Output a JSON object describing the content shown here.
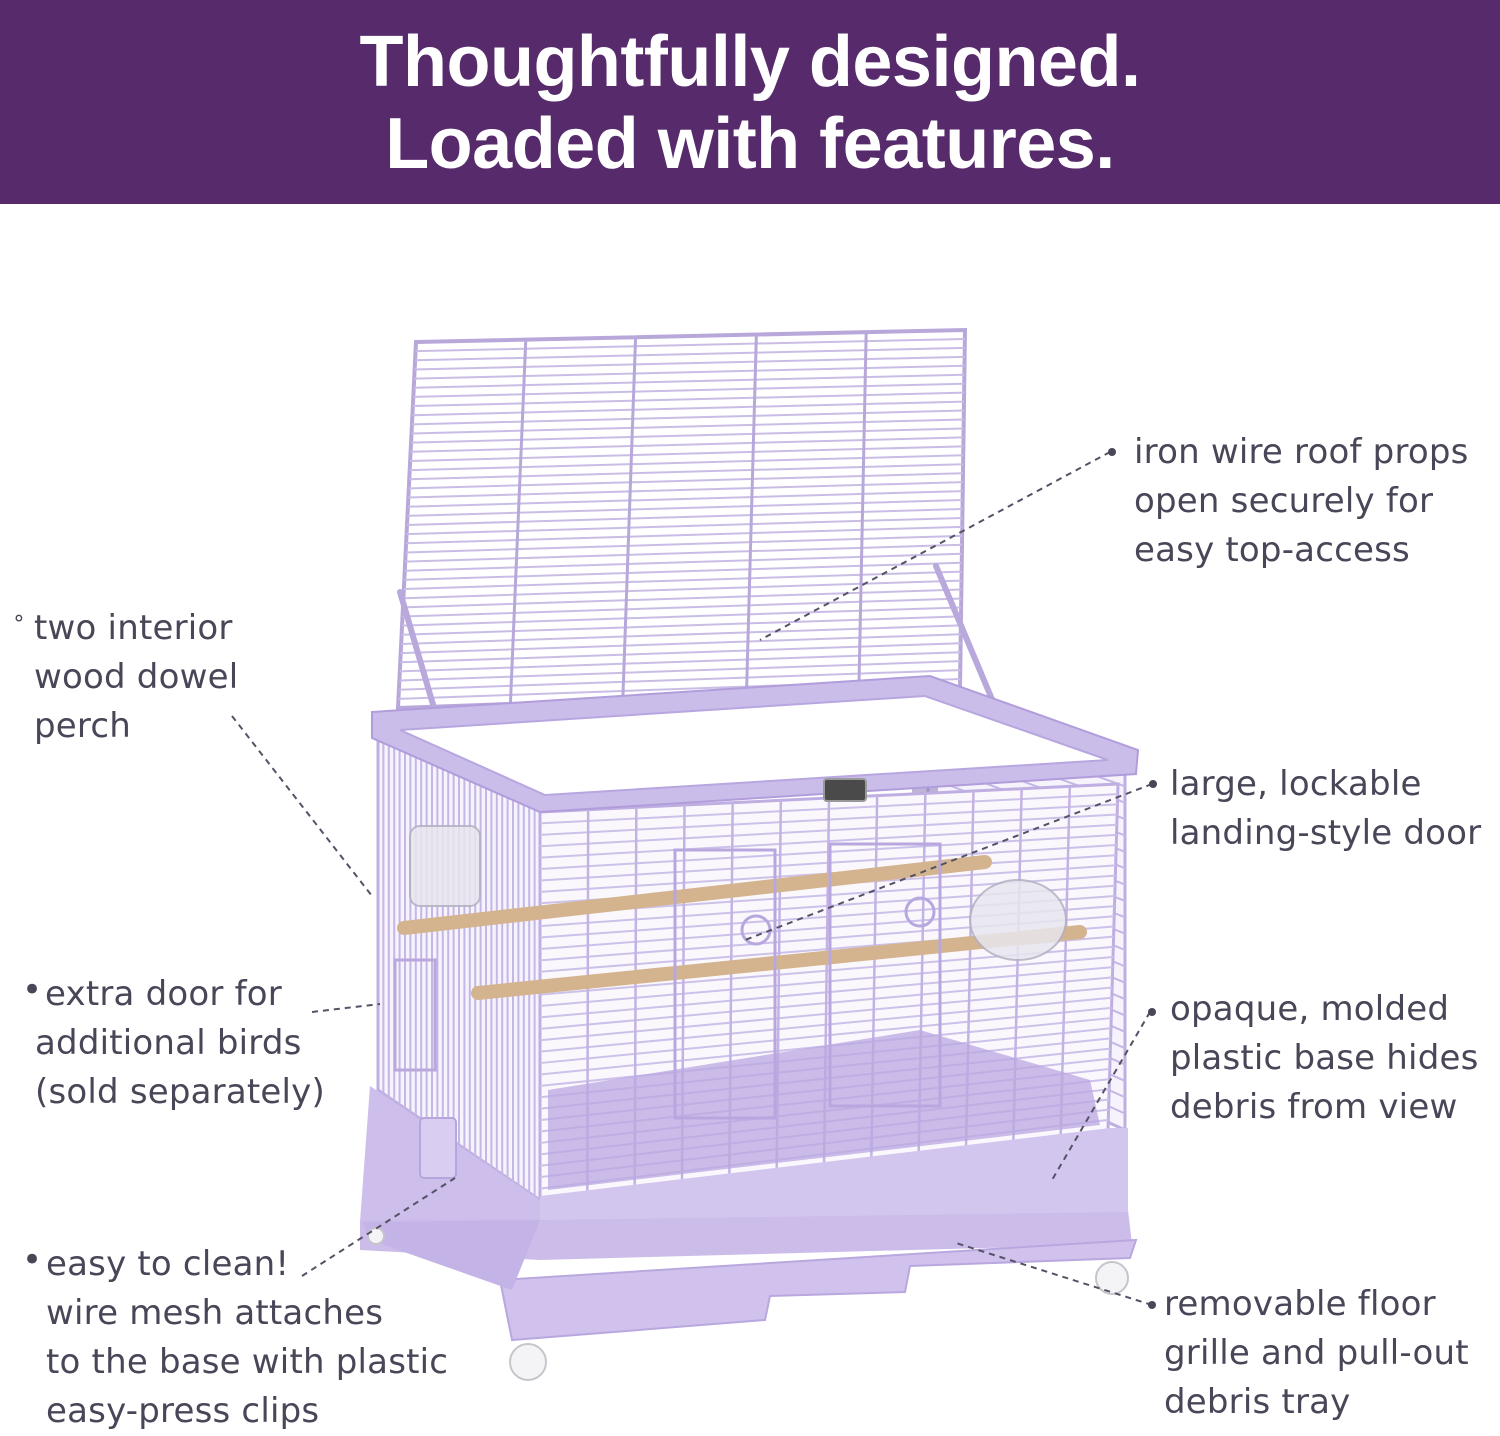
{
  "headline": {
    "line1": "Thoughtfully designed.",
    "line2": "Loaded with features."
  },
  "colors": {
    "banner_bg": "#562a6b",
    "banner_text": "#ffffff",
    "callout_text": "#4a4658",
    "cage_lavender": "#c6b6e6",
    "perch_wood": "#d4b48f"
  },
  "callouts": {
    "roof": {
      "lines": [
        "iron wire roof props",
        "open securely for",
        "easy top-access"
      ]
    },
    "perch": {
      "lines": [
        "two interior",
        "wood dowel",
        "perch"
      ]
    },
    "door": {
      "lines": [
        "large, lockable",
        "landing-style door"
      ]
    },
    "extra_door": {
      "lines": [
        "extra door for",
        "additional birds",
        "(sold separately)"
      ]
    },
    "base": {
      "lines": [
        "opaque, molded",
        "plastic base hides",
        "debris from view"
      ]
    },
    "clean": {
      "lines": [
        "easy to clean!",
        "wire mesh attaches",
        "to the base with plastic",
        "easy-press clips"
      ]
    },
    "tray": {
      "lines": [
        "removable floor",
        "grille and pull-out",
        "debris tray"
      ]
    }
  },
  "image": {
    "subject": "lavender-bird-cage"
  }
}
